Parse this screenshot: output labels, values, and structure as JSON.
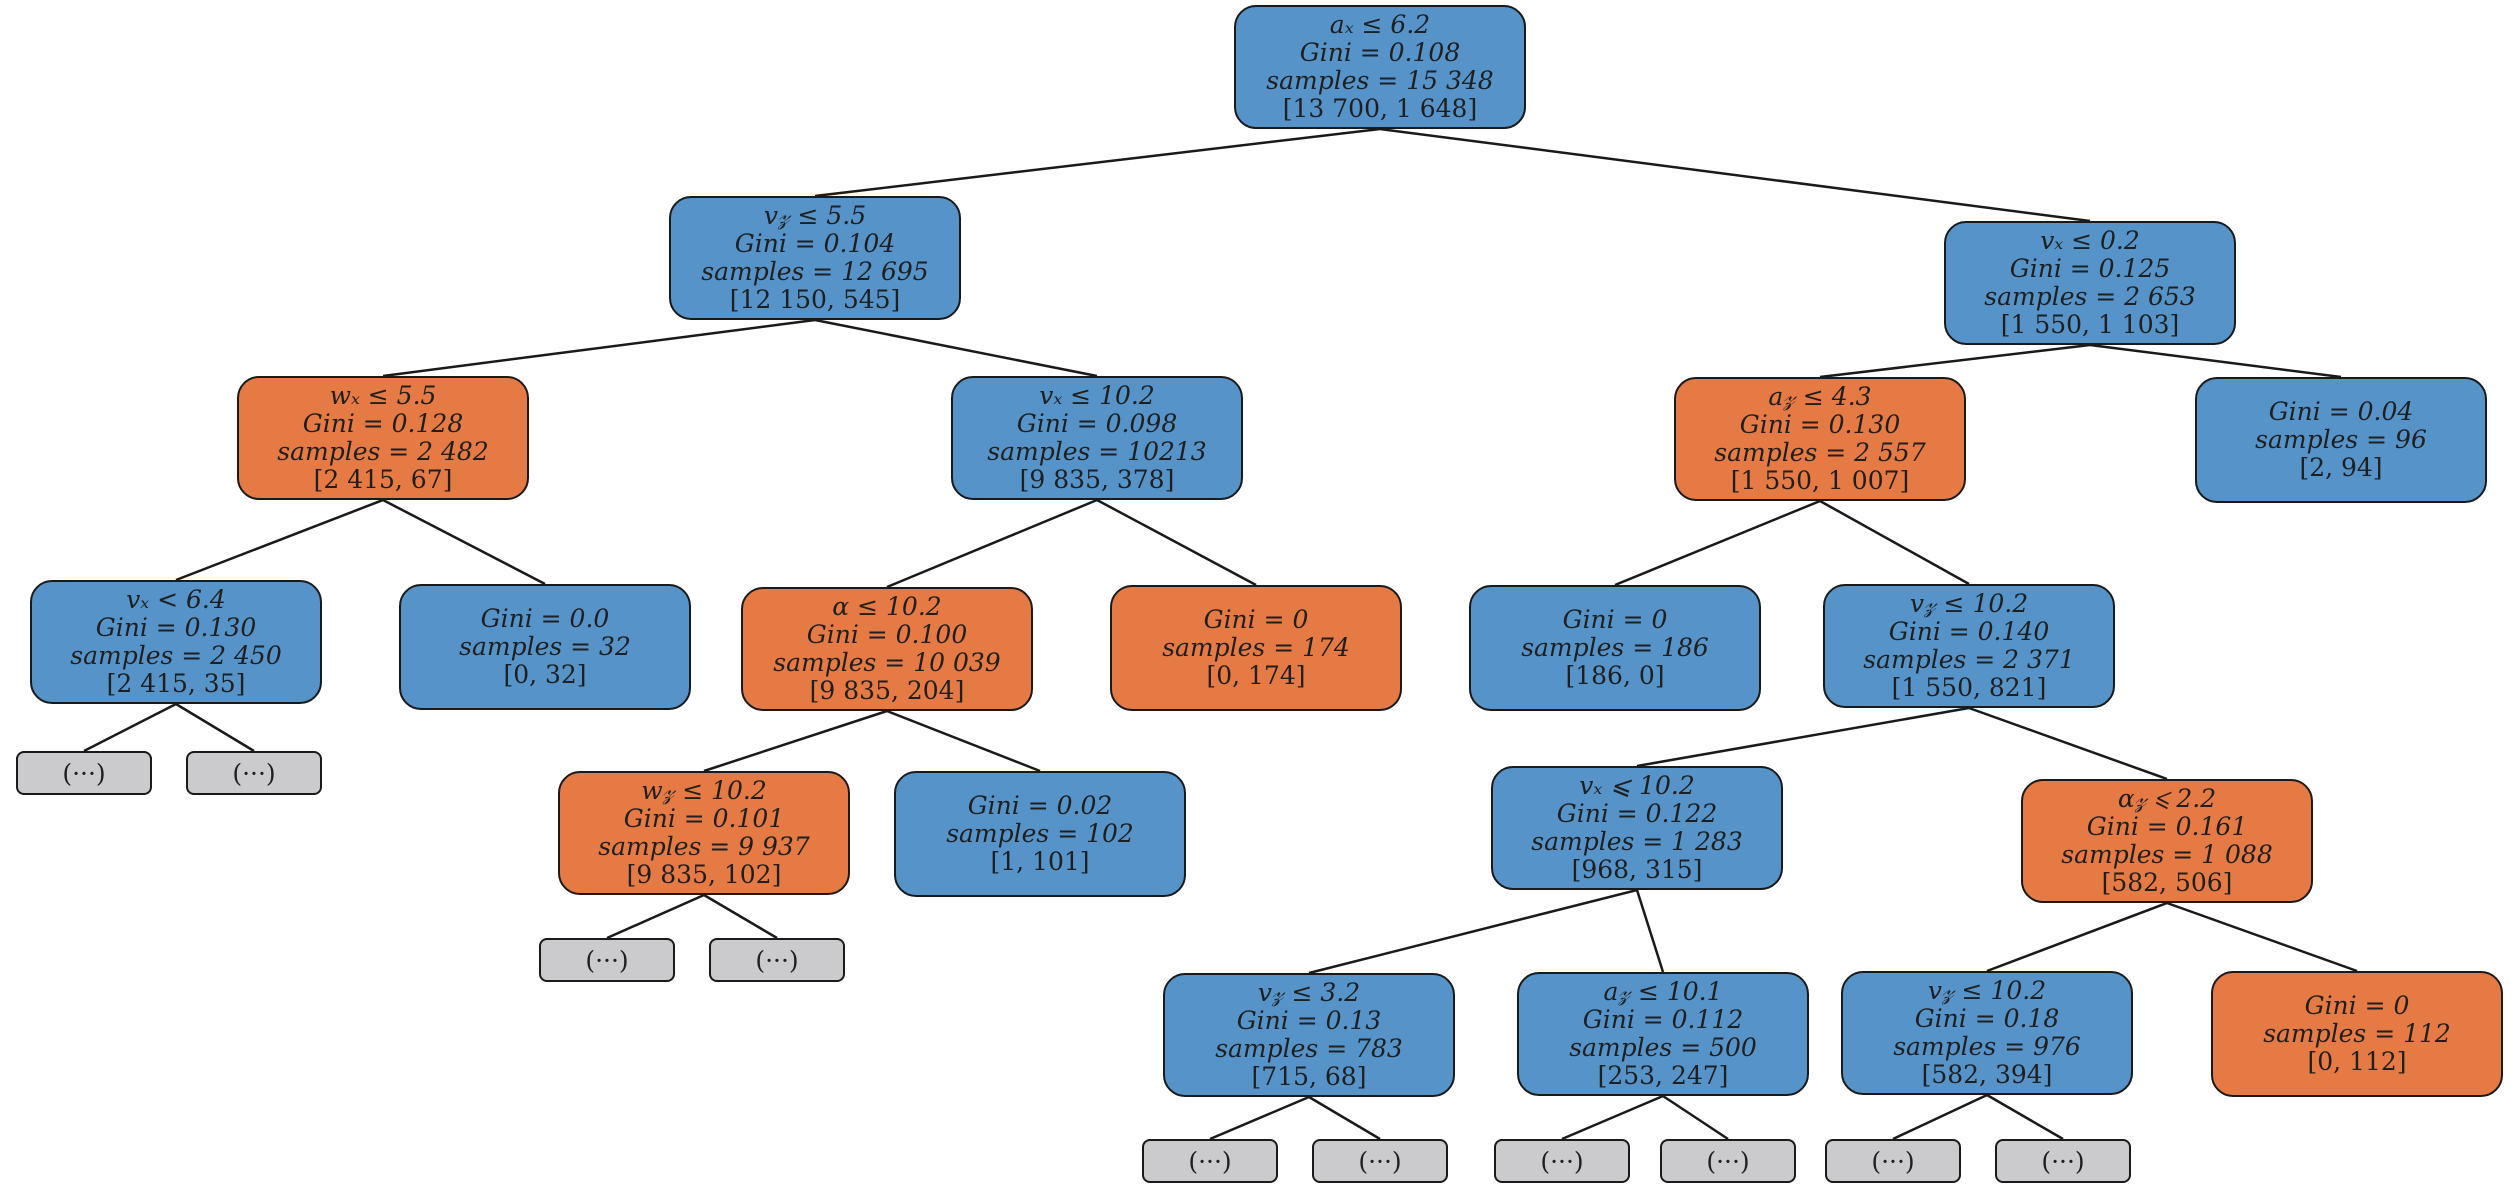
{
  "colors": {
    "left_class": "#5593c8",
    "right_class": "#e57a45",
    "truncated": "#cbcbcd",
    "edge": "#1a1a1a"
  },
  "ellipsis": "(···)",
  "nodes": {
    "root": {
      "cond": "aₓ ≤ 6.2",
      "gini": "Gini = 0.108",
      "samples": "samples = 15 348",
      "value": "[13 700, 1 648]"
    },
    "n1": {
      "cond": "v𝓏 ≤ 5.5",
      "gini": "Gini = 0.104",
      "samples": "samples = 12 695",
      "value": "[12 150, 545]"
    },
    "n2": {
      "cond": "vₓ ≤ 0.2",
      "gini": "Gini = 0.125",
      "samples": "samples = 2 653",
      "value": "[1 550, 1 103]"
    },
    "n3": {
      "cond": "wₓ ≤ 5.5",
      "gini": "Gini = 0.128",
      "samples": "samples = 2 482",
      "value": "[2 415, 67]"
    },
    "n4": {
      "cond": "vₓ ≤ 10.2",
      "gini": "Gini = 0.098",
      "samples": "samples = 10213",
      "value": "[9 835, 378]"
    },
    "n5": {
      "cond": "a𝓏 ≤ 4.3",
      "gini": "Gini = 0.130",
      "samples": "samples = 2 557",
      "value": "[1 550, 1 007]"
    },
    "n6": {
      "gini": "Gini = 0.04",
      "samples": "samples = 96",
      "value": "[2, 94]"
    },
    "n7": {
      "cond": "vₓ < 6.4",
      "gini": "Gini = 0.130",
      "samples": "samples = 2 450",
      "value": "[2 415, 35]"
    },
    "n8": {
      "gini": "Gini = 0.0",
      "samples": "samples = 32",
      "value": "[0, 32]"
    },
    "n9": {
      "cond": "α ≤ 10.2",
      "gini": "Gini = 0.100",
      "samples": "samples =  10 039",
      "value": "[9 835, 204]"
    },
    "n10": {
      "gini": "Gini = 0",
      "samples": "samples = 174",
      "value": "[0, 174]"
    },
    "n11": {
      "gini": "Gini = 0",
      "samples": "samples = 186",
      "value": "[186, 0]"
    },
    "n12": {
      "cond": "v𝓏 ≤ 10.2",
      "gini": "Gini = 0.140",
      "samples": "samples = 2 371",
      "value": "[1 550, 821]"
    },
    "n13": {
      "cond": "w𝓏 ≤ 10.2",
      "gini": "Gini = 0.101",
      "samples": "samples = 9 937",
      "value": "[9 835, 102]"
    },
    "n14": {
      "gini": "Gini = 0.02",
      "samples": "samples = 102",
      "value": "[1, 101]"
    },
    "n15": {
      "cond": "vₓ ⩽ 10.2",
      "gini": "Gini = 0.122",
      "samples": "samples = 1 283",
      "value": "[968, 315]"
    },
    "n16": {
      "cond": "α𝓏 ⩽ 2.2",
      "gini": "Gini = 0.161",
      "samples": "samples = 1 088",
      "value": "[582, 506]"
    },
    "n17": {
      "cond": "v𝓏 ≤ 3.2",
      "gini": "Gini = 0.13",
      "samples": "samples = 783",
      "value": "[715, 68]"
    },
    "n18": {
      "cond": "a𝓏 ≤ 10.1",
      "gini": "Gini = 0.112",
      "samples": "samples = 500",
      "value": "[253, 247]"
    },
    "n19": {
      "cond": "v𝓏 ≤ 10.2",
      "gini": "Gini = 0.18",
      "samples": "samples = 976",
      "value": "[582, 394]"
    },
    "n20": {
      "gini": "Gini = 0",
      "samples": "samples = 112",
      "value": "[0, 112]"
    }
  }
}
